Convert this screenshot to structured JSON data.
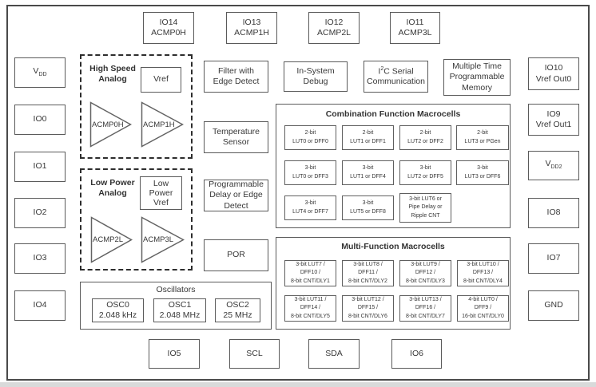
{
  "pins": {
    "top": [
      {
        "main": "IO14\nACMP0H"
      },
      {
        "main": "IO13\nACMP1H"
      },
      {
        "main": "IO12\nACMP2L"
      },
      {
        "main": "IO11\nACMP3L"
      }
    ],
    "left": [
      {
        "main": "V",
        "sub": "DD"
      },
      {
        "main": "IO0"
      },
      {
        "main": "IO1"
      },
      {
        "main": "IO2"
      },
      {
        "main": "IO3"
      },
      {
        "main": "IO4"
      }
    ],
    "right": [
      {
        "main": "IO10\nVref Out0"
      },
      {
        "main": "IO9\nVref Out1"
      },
      {
        "main": "V",
        "sub": "DD2"
      },
      {
        "main": "IO8"
      },
      {
        "main": "IO7"
      },
      {
        "main": "GND"
      }
    ],
    "bottom": [
      {
        "main": "IO5"
      },
      {
        "main": "SCL"
      },
      {
        "main": "SDA"
      },
      {
        "main": "IO6"
      }
    ]
  },
  "analog": {
    "high_speed": {
      "title": "High Speed\nAnalog",
      "vref": "Vref",
      "acmp0": "ACMP0H",
      "acmp1": "ACMP1H"
    },
    "low_power": {
      "title": "Low Power\nAnalog",
      "vref": "Low\nPower\nVref",
      "acmp0": "ACMP2L",
      "acmp1": "ACMP3L"
    }
  },
  "blocks": {
    "filter": "Filter with\nEdge Detect",
    "temp_sensor": "Temperature\nSensor",
    "prog_delay": "Programmable\nDelay or Edge\nDetect",
    "por": "POR",
    "debug": "In-System\nDebug",
    "i2c": {
      "pre": "I",
      "sup": "2",
      "post": "C Serial\nCommunication"
    },
    "mtp": "Multiple Time\nProgrammable\nMemory"
  },
  "combination": {
    "title": "Combination Function Macrocells",
    "rows": [
      [
        "2-bit\nLUT0 or DFF0",
        "2-bit\nLUT1 or DFF1",
        "2-bit\nLUT2 or DFF2",
        "2-bit\nLUT3 or PGen"
      ],
      [
        "3-bit\nLUT0 or DFF3",
        "3-bit\nLUT1 or DFF4",
        "3-bit\nLUT2 or DFF5",
        "3-bit\nLUT3 or DFF6"
      ],
      [
        "3-bit\nLUT4 or DFF7",
        "3-bit\nLUT5 or DFF8",
        "3-bit LUT6 or\nPipe Delay or\nRipple CNT"
      ]
    ]
  },
  "multifunction": {
    "title": "Multi-Function Macrocells",
    "rows": [
      [
        "3-bit LUT7 /\nDFF10 /\n8-bit CNT/DLY1",
        "3-bit LUT8 /\nDFF11 /\n8-bit CNT/DLY2",
        "3-bit LUT9 /\nDFF12 /\n8-bit CNT/DLY3",
        "3-bit LUT10 /\nDFF13 /\n8-bit CNT/DLY4"
      ],
      [
        "3-bit LUT11 /\nDFF14 /\n8-bit CNT/DLY5",
        "3-bit LUT12 /\nDFF15 /\n8-bit CNT/DLY6",
        "3-bit LUT13 /\nDFF16 /\n8-bit CNT/DLY7",
        "4-bit LUT0 /\nDFF9 /\n16-bit CNT/DLY0"
      ]
    ]
  },
  "oscillators": {
    "title": "Oscillators",
    "items": [
      "OSC0\n2.048 kHz",
      "OSC1\n2.048 MHz",
      "OSC2\n25 MHz"
    ]
  },
  "colors": {
    "border": "#5a5a5a",
    "outer_border": "#4a4a4a",
    "text": "#383838"
  }
}
